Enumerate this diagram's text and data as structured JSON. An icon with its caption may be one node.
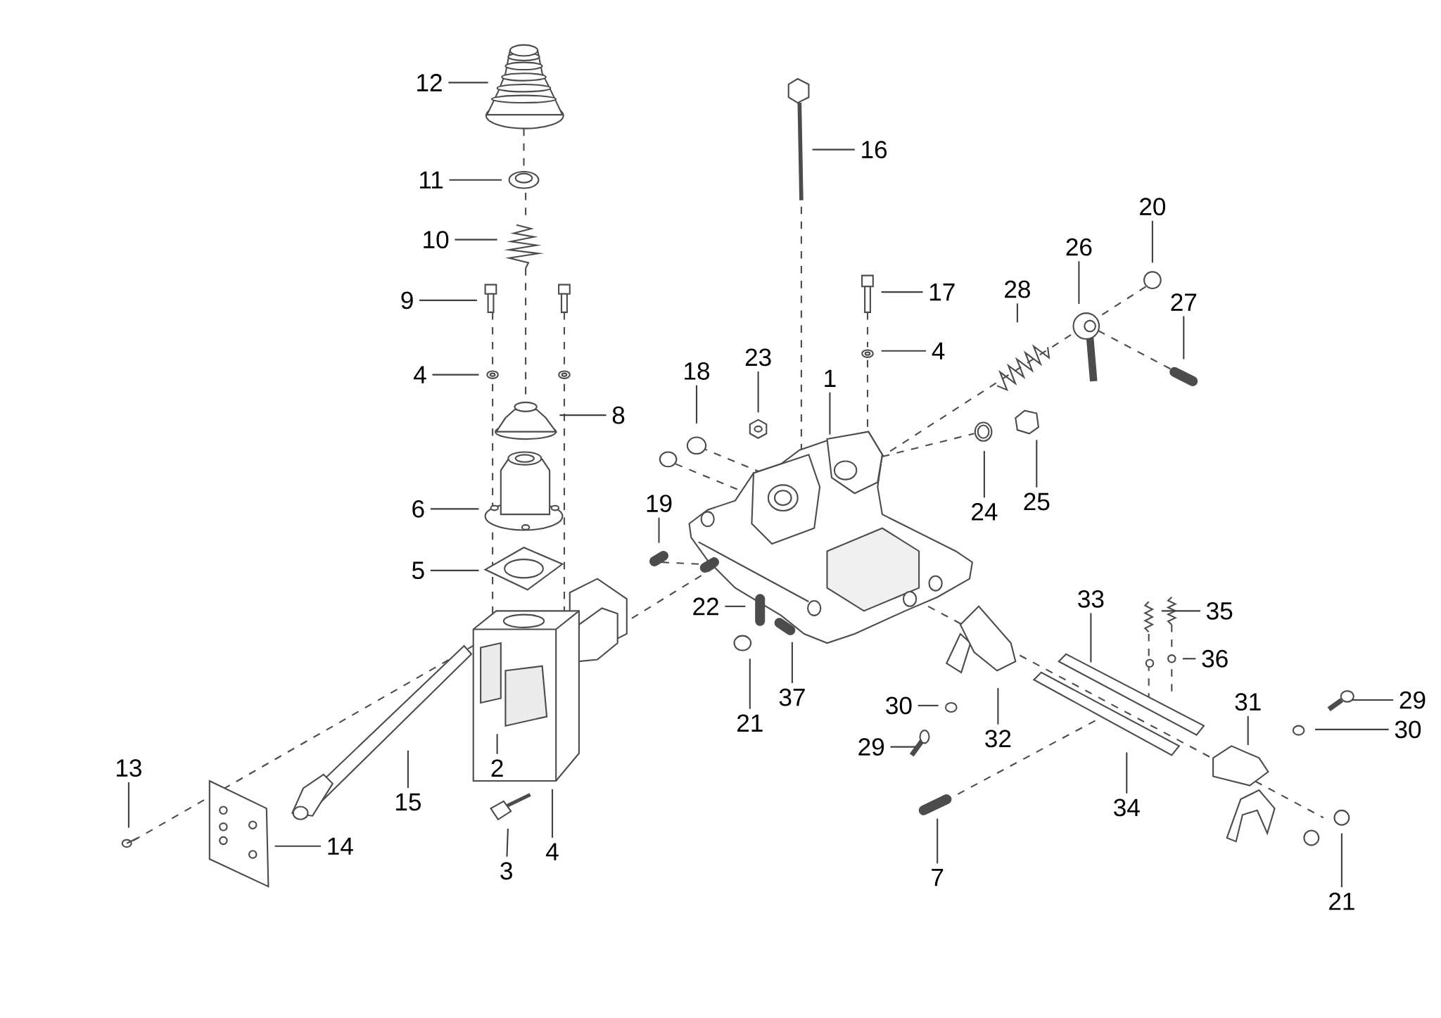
{
  "diagram": {
    "nodes": [
      {
        "text": [
          "12"
        ]
      },
      {
        "text": [
          "11"
        ]
      },
      {
        "text": [
          "10"
        ]
      },
      {
        "text": [
          "9"
        ]
      },
      {
        "text": [
          "4"
        ]
      },
      {
        "text": [
          "8"
        ]
      },
      {
        "text": [
          "6"
        ]
      },
      {
        "text": [
          "5"
        ]
      },
      {
        "text": [
          "2"
        ]
      },
      {
        "text": [
          "15"
        ]
      },
      {
        "text": [
          "13"
        ]
      },
      {
        "text": [
          "14"
        ]
      },
      {
        "text": [
          "3"
        ]
      },
      {
        "text": [
          "4"
        ]
      },
      {
        "text": [
          "16"
        ]
      },
      {
        "text": [
          "17"
        ]
      },
      {
        "text": [
          "4"
        ]
      },
      {
        "text": [
          "18"
        ]
      },
      {
        "text": [
          "23"
        ]
      },
      {
        "text": [
          "1"
        ]
      },
      {
        "text": [
          "19"
        ]
      },
      {
        "text": [
          "22"
        ]
      },
      {
        "text": [
          "21"
        ]
      },
      {
        "text": [
          "37"
        ]
      },
      {
        "text": [
          "28"
        ]
      },
      {
        "text": [
          "26"
        ]
      },
      {
        "text": [
          "20"
        ]
      },
      {
        "text": [
          "27"
        ]
      },
      {
        "text": [
          "24"
        ]
      },
      {
        "text": [
          "25"
        ]
      },
      {
        "text": [
          "33"
        ]
      },
      {
        "text": [
          "35"
        ]
      },
      {
        "text": [
          "36"
        ]
      },
      {
        "text": [
          "30"
        ]
      },
      {
        "text": [
          "32"
        ]
      },
      {
        "text": [
          "29"
        ]
      },
      {
        "text": [
          "31"
        ]
      },
      {
        "text": [
          "29"
        ]
      },
      {
        "text": [
          "30"
        ]
      },
      {
        "text": [
          "34"
        ]
      },
      {
        "text": [
          "7"
        ]
      },
      {
        "text": [
          "21"
        ]
      }
    ],
    "edges": [
      {
        "from": 0,
        "to": null,
        "arrow": "none"
      },
      {
        "from": 1,
        "to": null,
        "arrow": "none"
      },
      {
        "from": 2,
        "to": null,
        "arrow": "none"
      },
      {
        "from": 3,
        "to": null,
        "arrow": "none"
      },
      {
        "from": 4,
        "to": null,
        "arrow": "none"
      },
      {
        "from": 5,
        "to": null,
        "arrow": "none"
      },
      {
        "from": 6,
        "to": null,
        "arrow": "none"
      },
      {
        "from": 7,
        "to": null,
        "arrow": "none"
      },
      {
        "from": 8,
        "to": null,
        "arrow": "none"
      },
      {
        "from": 9,
        "to": null,
        "arrow": "none"
      },
      {
        "from": 10,
        "to": null,
        "arrow": "none"
      },
      {
        "from": 11,
        "to": null,
        "arrow": "none"
      },
      {
        "from": 12,
        "to": null,
        "arrow": "none"
      },
      {
        "from": 13,
        "to": null,
        "arrow": "none"
      },
      {
        "from": 14,
        "to": null,
        "arrow": "none"
      },
      {
        "from": 15,
        "to": null,
        "arrow": "none"
      },
      {
        "from": 16,
        "to": null,
        "arrow": "none"
      },
      {
        "from": 17,
        "to": null,
        "arrow": "none"
      },
      {
        "from": 18,
        "to": null,
        "arrow": "none"
      },
      {
        "from": 19,
        "to": null,
        "arrow": "none"
      },
      {
        "from": 20,
        "to": null,
        "arrow": "none"
      },
      {
        "from": 21,
        "to": null,
        "arrow": "none"
      },
      {
        "from": 22,
        "to": null,
        "arrow": "none"
      },
      {
        "from": 23,
        "to": null,
        "arrow": "none"
      },
      {
        "from": 24,
        "to": null,
        "arrow": "none"
      },
      {
        "from": 25,
        "to": null,
        "arrow": "none"
      },
      {
        "from": 26,
        "to": null,
        "arrow": "none"
      },
      {
        "from": 27,
        "to": null,
        "arrow": "none"
      },
      {
        "from": 28,
        "to": null,
        "arrow": "none"
      },
      {
        "from": 29,
        "to": null,
        "arrow": "none"
      },
      {
        "from": 30,
        "to": null,
        "arrow": "none"
      },
      {
        "from": 31,
        "to": null,
        "arrow": "none"
      },
      {
        "from": 32,
        "to": null,
        "arrow": "none"
      },
      {
        "from": 33,
        "to": null,
        "arrow": "none"
      },
      {
        "from": 34,
        "to": null,
        "arrow": "none"
      },
      {
        "from": 35,
        "to": null,
        "arrow": "none"
      },
      {
        "from": 36,
        "to": null,
        "arrow": "none"
      },
      {
        "from": 37,
        "to": null,
        "arrow": "none"
      },
      {
        "from": 38,
        "to": null,
        "arrow": "none"
      },
      {
        "from": 39,
        "to": null,
        "arrow": "none"
      },
      {
        "from": 40,
        "to": null,
        "arrow": "none"
      },
      {
        "from": 41,
        "to": null,
        "arrow": "none"
      }
    ]
  }
}
